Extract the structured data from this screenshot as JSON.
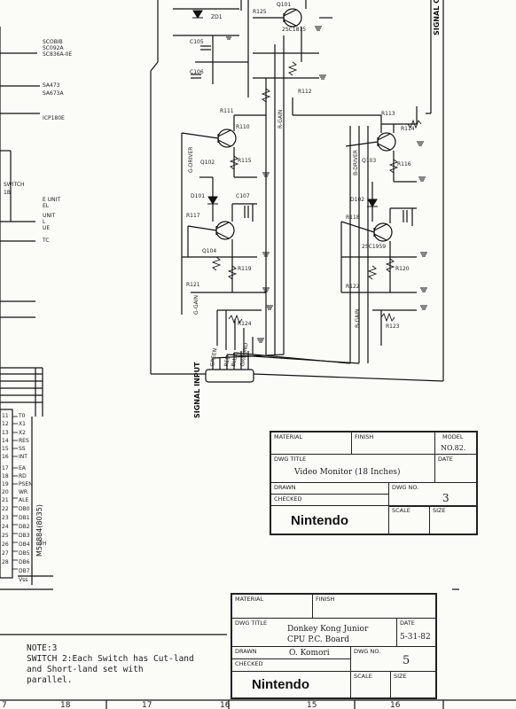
{
  "schematic": {
    "signal_input": "SIGNAL INPUT",
    "signal_top": "SIGNAL C",
    "ic_vertical": "M58884(8035)",
    "left_labels": [
      "SCOBIB",
      "SC092A",
      "SC836A-0E",
      "SA473",
      "SA673A",
      "ICP180E",
      "E UNIT",
      "EL",
      "UNIT",
      "L",
      "UE",
      "TC",
      "SWITCH",
      "1B"
    ],
    "pins_right": [
      "T0",
      "X1",
      "X2",
      "RES",
      "SS",
      "INT",
      "EA",
      "RD",
      "PSEN",
      "WR",
      "ALE",
      "DB0",
      "DB1",
      "DB2",
      "DB3",
      "DB4",
      "DB5",
      "DB6",
      "DB7",
      "Vss"
    ],
    "pins_left": [
      "11",
      "12",
      "13",
      "14",
      "15",
      "16",
      "17",
      "18",
      "19",
      "20",
      "21",
      "22",
      "23",
      "24",
      "25",
      "26",
      "27",
      "28",
      "7H"
    ],
    "gain_labels": [
      "G-GAIN",
      "B-GAIN"
    ],
    "driver_labels": [
      "G-DRIVER",
      "B-DRIVER",
      "R-GAIN"
    ],
    "connector_labels": [
      "GREEN",
      "RED",
      "BLUE",
      "GROUND"
    ],
    "component_labels": [
      "R110",
      "R111",
      "R112",
      "R113",
      "R114",
      "R115",
      "R116",
      "R117",
      "R118",
      "R119",
      "R120",
      "R121",
      "R122",
      "R123",
      "R124",
      "R125",
      "C105",
      "C106",
      "C107",
      "Q101",
      "Q102",
      "Q103",
      "Q104",
      "D101",
      "D102",
      "2SC1815",
      "2SC1959",
      "ZD1"
    ]
  },
  "monitor_block": {
    "material_label": "MATERIAL",
    "finish_label": "FINISH",
    "model_label": "MODEL",
    "model_value": "NO.82.",
    "dwg_title_label": "DWG TITLE",
    "dwg_title_value": "Video Monitor (18 Inches)",
    "date_label": "DATE",
    "drawn_label": "DRAWN",
    "checked_label": "CHECKED",
    "dwg_no_label": "DWG NO.",
    "dwg_no_value": "3",
    "scale_label": "SCALE",
    "size_label": "SIZE",
    "brand": "Nintendo"
  },
  "cpu_block": {
    "material_label": "MATERIAL",
    "finish_label": "FINISH",
    "dwg_title_label": "DWG TITLE",
    "dwg_title_line1": "Donkey Kong Junior",
    "dwg_title_line2": "CPU P.C. Board",
    "date_label": "DATE",
    "date_value": "5-31-82",
    "drawn_label": "DRAWN",
    "drawn_value": "O. Komori",
    "checked_label": "CHECKED",
    "dwg_no_label": "DWG NO.",
    "dwg_no_value": "5",
    "scale_label": "SCALE",
    "size_label": "SIZE",
    "brand": "Nintendo"
  },
  "note": {
    "title": "NOTE:3",
    "line1": "SWITCH 2:Each Switch has Cut-land",
    "line2": "and Short-land set with",
    "line3": "parallel."
  },
  "bottom_ruler": [
    "7",
    "18",
    "17",
    "16",
    "15",
    "16"
  ]
}
